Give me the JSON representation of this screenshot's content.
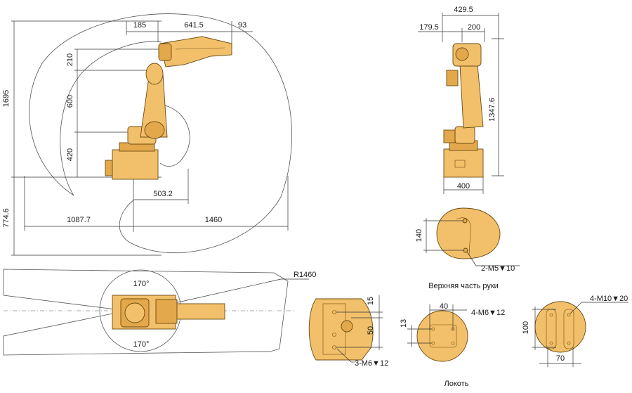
{
  "side_view": {
    "dims": {
      "d185": "185",
      "d641": "641.5",
      "d93": "93",
      "d1695": "1695",
      "d210": "210",
      "d600": "600",
      "d420": "420",
      "d774": "774.6",
      "d503": "503.2",
      "d1087": "1087.7",
      "d1460": "1460"
    }
  },
  "front_view": {
    "dims": {
      "d429": "429.5",
      "d179": "179.5",
      "d200": "200",
      "d1347": "1347.6",
      "d400": "400"
    }
  },
  "top_view": {
    "radius": "R1460",
    "angle_top": "170°",
    "angle_bottom": "170°"
  },
  "upper_arm": {
    "dim140": "140",
    "thread": "2-M5▼10",
    "caption": "Верхняя часть руки"
  },
  "base_detail": {
    "dim15": "15",
    "dim50": "50",
    "thread": "3-M6▼12"
  },
  "elbow": {
    "dim40": "40",
    "dim13": "13",
    "thread": "4-M6▼12",
    "caption": "Локоть"
  },
  "flange": {
    "dim100": "100",
    "dim70": "70",
    "thread": "4-M10▼20"
  },
  "colors": {
    "robot": "#f2c06a",
    "robot_dark": "#e3a84b",
    "outline": "#6b4a12"
  }
}
